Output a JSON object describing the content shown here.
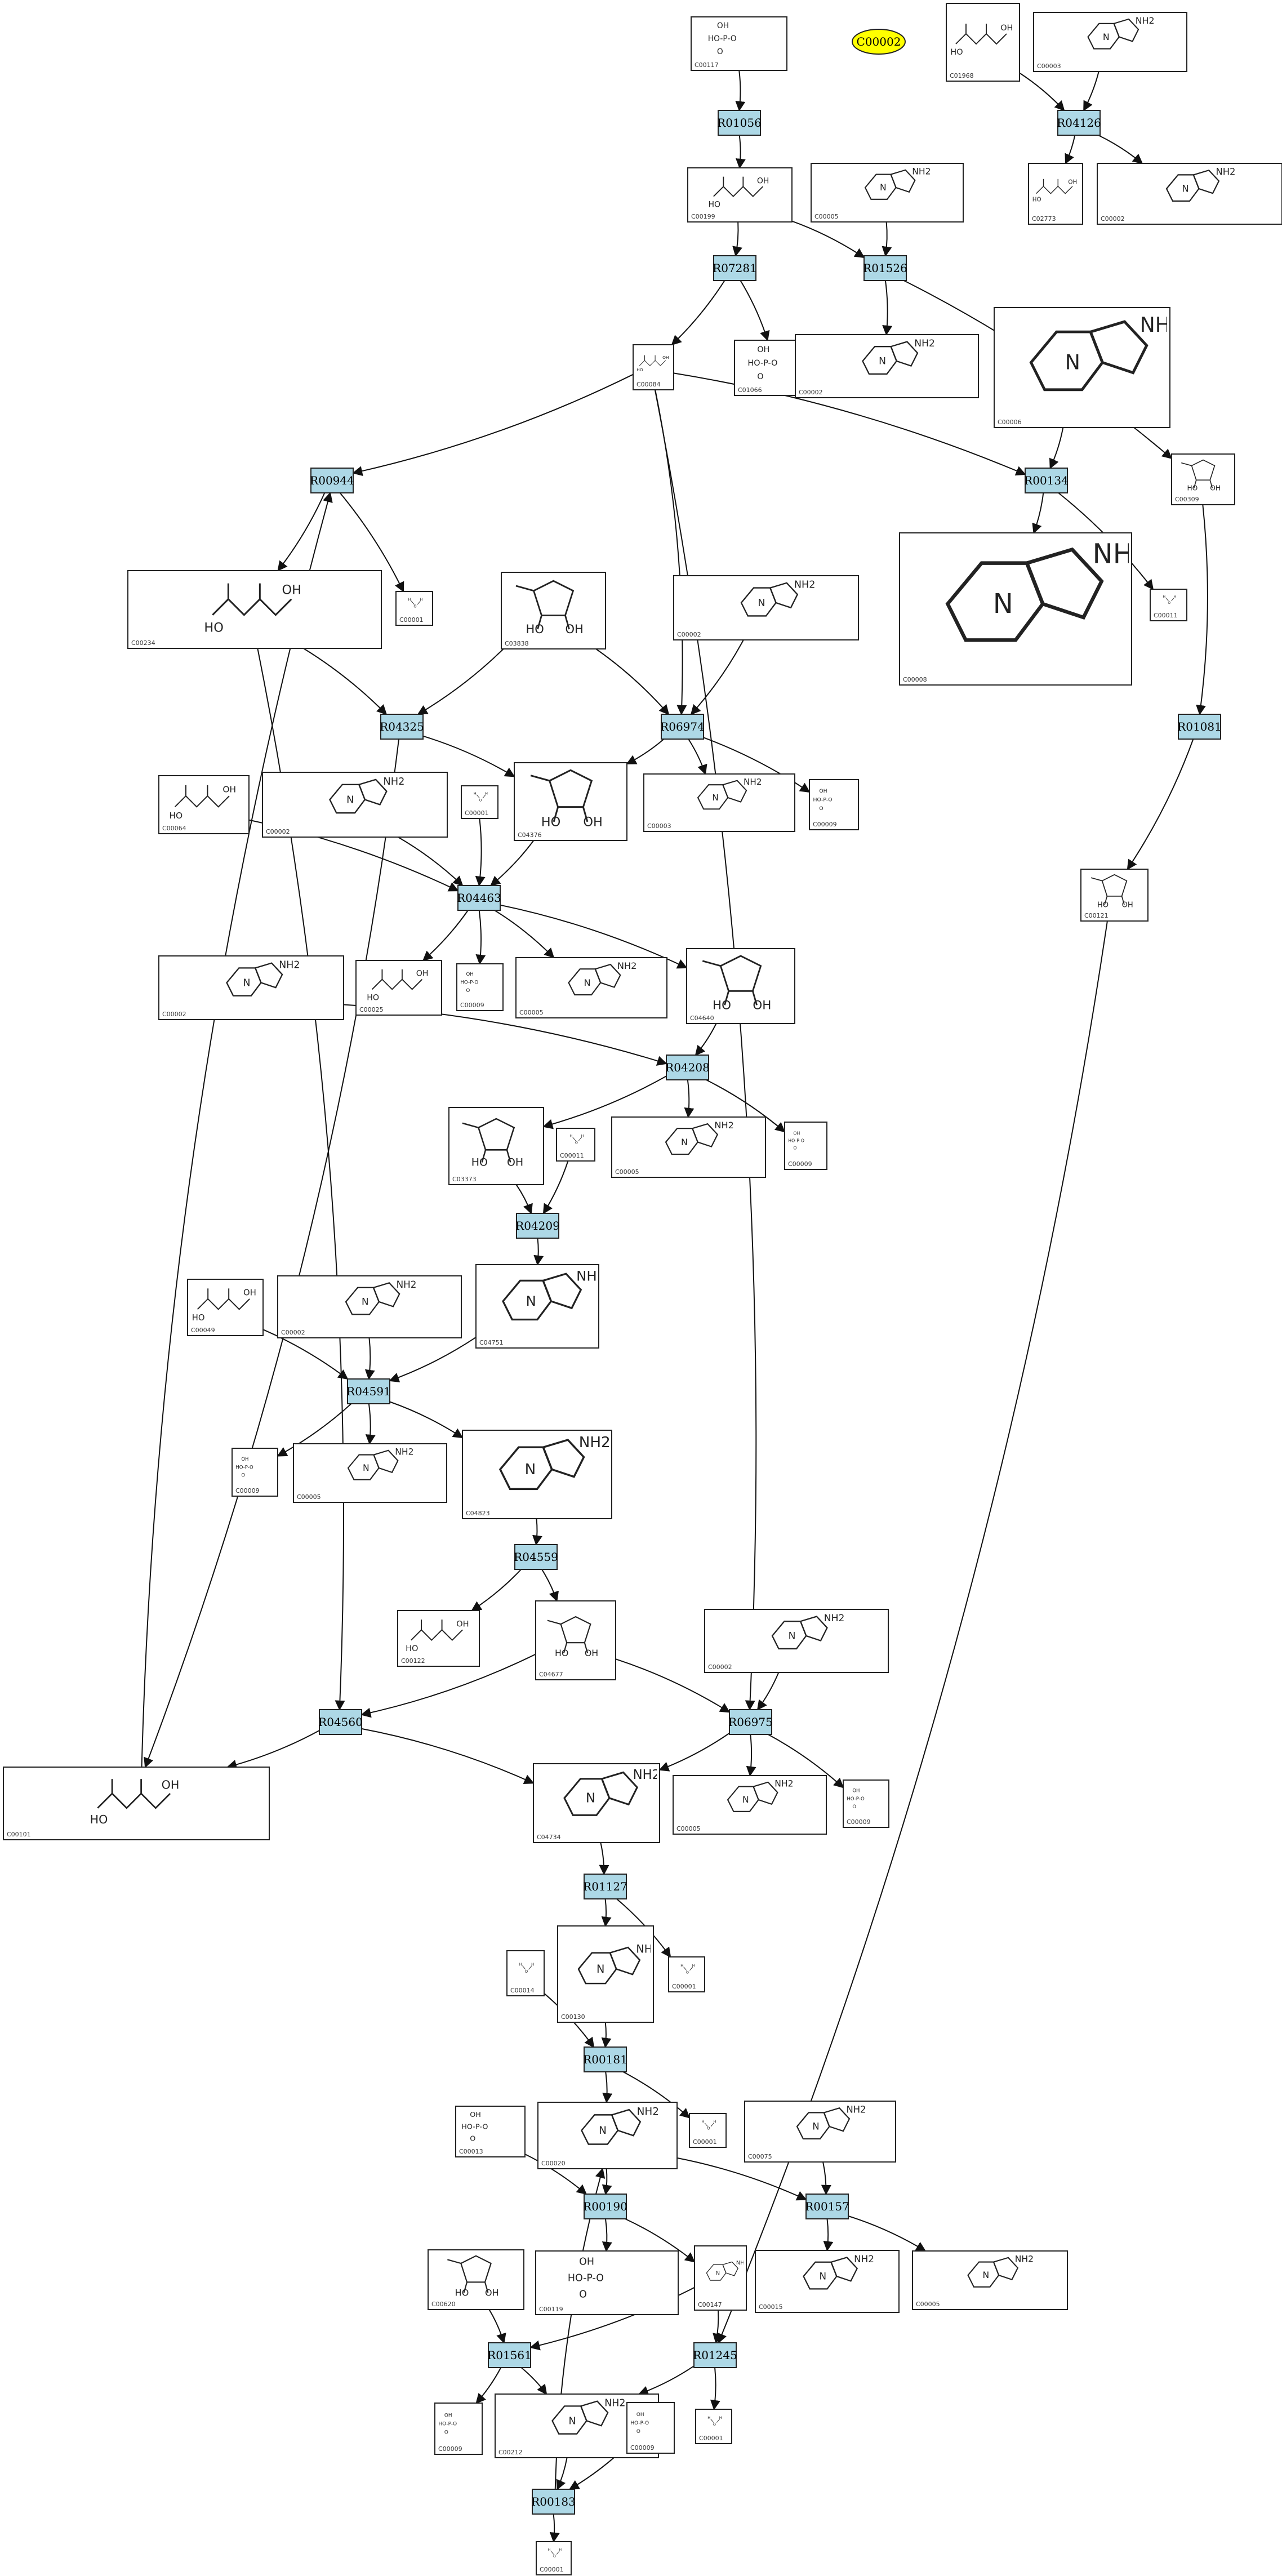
{
  "highlight": {
    "label": "C00002",
    "color": "#ffff00"
  },
  "colors": {
    "reaction_fill": "#add8e6",
    "compound_fill": "#ffffff",
    "edge": "#111111"
  },
  "reactions": {
    "R01056": "R01056",
    "R04126": "R04126",
    "R07281": "R07281",
    "R01526": "R01526",
    "R00944": "R00944",
    "R00134": "R00134",
    "R04325": "R04325",
    "R06974": "R06974",
    "R01081": "R01081",
    "R04463": "R04463",
    "R04208": "R04208",
    "R04209": "R04209",
    "R04591": "R04591",
    "R04559": "R04559",
    "R04560": "R04560",
    "R06975": "R06975",
    "R01127": "R01127",
    "R00181": "R00181",
    "R00190": "R00190",
    "R00157": "R00157",
    "R01561": "R01561",
    "R01245": "R01245",
    "R00183": "R00183"
  },
  "compounds": {
    "c00117": "C00117",
    "c01968": "C01968",
    "c00003_top": "C00003",
    "c00199": "C00199",
    "c00005": "C00005",
    "c02773": "C02773",
    "c00002_r4126": "C00002",
    "c00084": "C00084",
    "c01066": "C01066",
    "c00002_r1526": "C00002",
    "c00006": "C00006",
    "c00309": "C00309",
    "c00001_r944": "C00001",
    "c00234": "C00234",
    "c03838": "C03838",
    "c00002_r6974": "C00002",
    "c00008": "C00008",
    "c00011_r134": "C00011",
    "c00064": "C00064",
    "c00002_r4463": "C00002",
    "c00001_r4463": "C00001",
    "c04376": "C04376",
    "c00003_r6974": "C00003",
    "c00009_r6974": "C00009",
    "c00121": "C00121",
    "c00002_r4208": "C00002",
    "c00025": "C00025",
    "c00009_r4463": "C00009",
    "c00005_r4463": "C00005",
    "c04640": "C04640",
    "c03373": "C03373",
    "c00011_r4209": "C00011",
    "c00005_r4208": "C00005",
    "c00009_r4208": "C00009",
    "c00049": "C00049",
    "c00002_r4591": "C00002",
    "c04751": "C04751",
    "c00009_r4591": "C00009",
    "c00005_r4591": "C00005",
    "c04823": "C04823",
    "c00122": "C00122",
    "c04677": "C04677",
    "c00002_r6975": "C00002",
    "c00101": "C00101",
    "c04734": "C04734",
    "c00005_r6975": "C00005",
    "c00009_r6975": "C00009",
    "c00130": "C00130",
    "c00001_r1127": "C00001",
    "c00014": "C00014",
    "c00001_r181": "C00001",
    "c00013": "C00013",
    "c00020": "C00020",
    "c00075": "C00075",
    "c00620": "C00620",
    "c00119": "C00119",
    "c00147": "C00147",
    "c00015": "C00015",
    "c00005_r157": "C00005",
    "c00009_r1561": "C00009",
    "c00212": "C00212",
    "c00009_r183": "C00009",
    "c00001_r1245": "C00001",
    "c00001_r183": "C00001"
  }
}
